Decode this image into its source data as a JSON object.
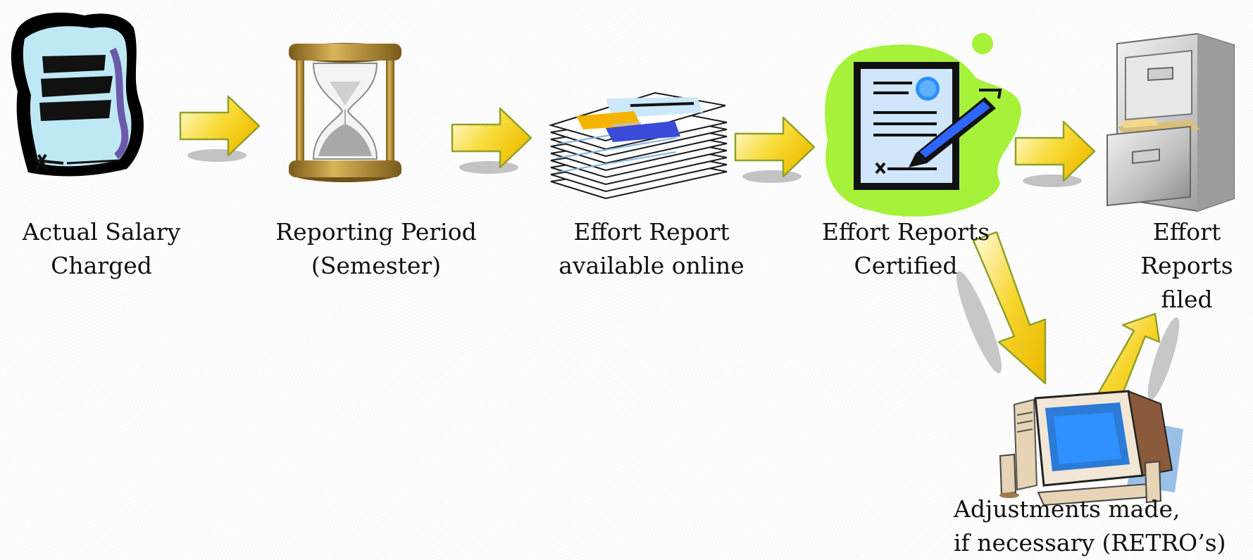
{
  "steps": [
    {
      "label": "Actual Salary\nCharged",
      "icon": "scroll-icon"
    },
    {
      "label": "Reporting Period\n(Semester)",
      "icon": "hourglass-icon"
    },
    {
      "label": "Effort Report\navailable online",
      "icon": "document-stack-icon"
    },
    {
      "label": "Effort Reports\nCertified",
      "icon": "certificate-icon"
    },
    {
      "label": "Effort\nReports\nfiled",
      "icon": "filing-cabinet-icon"
    }
  ],
  "branch": {
    "label": "Adjustments made,\nif necessary (RETRO’s)",
    "icon": "computer-icon"
  },
  "colors": {
    "arrow_light": "#fffbd0",
    "arrow_dark": "#f5c000",
    "arrow_stroke": "#8fa12a",
    "cert_blob": "#a6f23a"
  }
}
